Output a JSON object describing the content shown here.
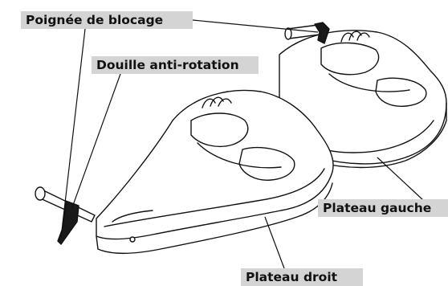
{
  "labels": {
    "poignee_de_blocage": "Poignée de blocage",
    "douille_anti_rotation": "Douille anti-rotation",
    "plateau_gauche": "Plateau gauche",
    "plateau_droit": "Plateau droit"
  },
  "colors": {
    "label_background": "#d4d4d4",
    "label_text": "#111111",
    "line": "#111111",
    "fill": "#ffffff"
  }
}
